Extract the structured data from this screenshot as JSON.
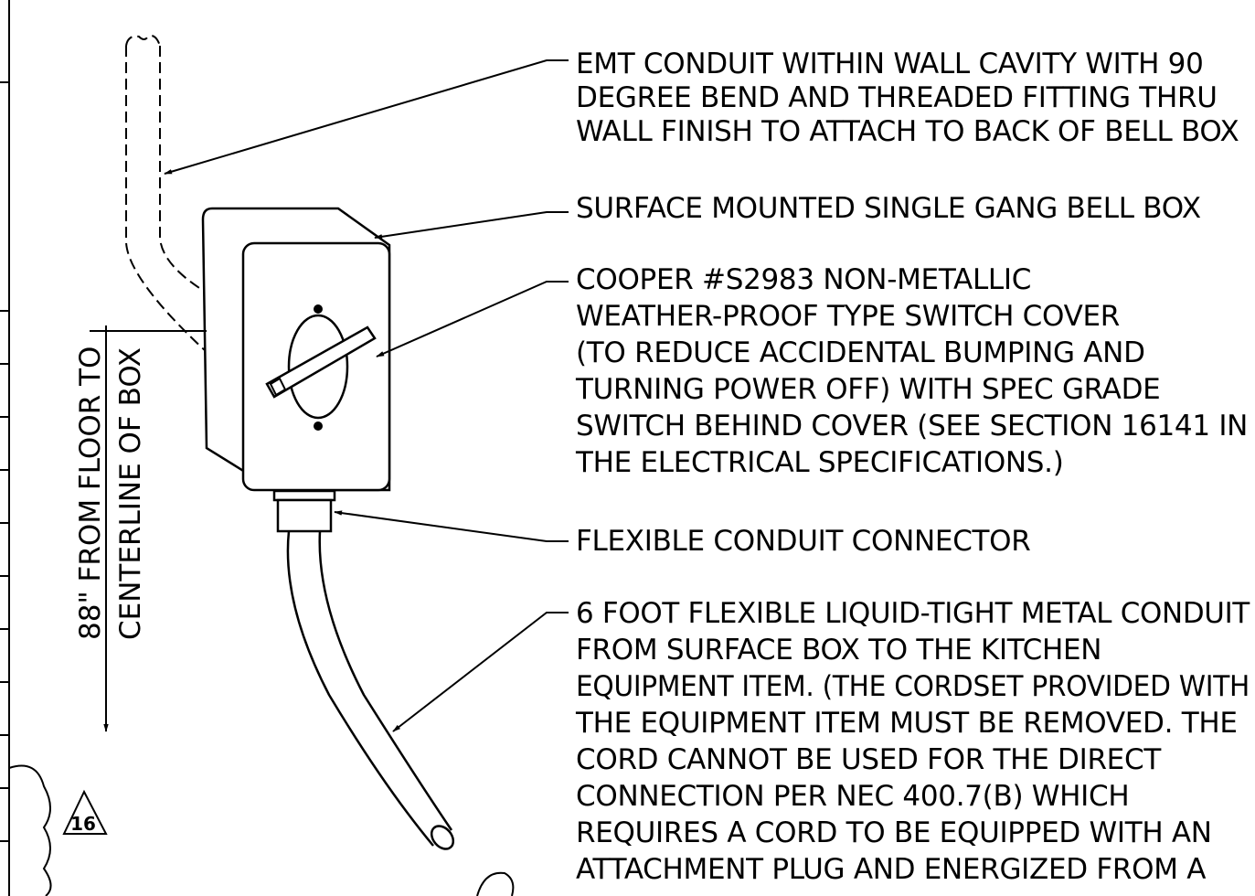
{
  "notes": [
    {
      "id": "emt-conduit",
      "lines": [
        "EMT CONDUIT WITHIN WALL CAVITY WITH 90",
        "DEGREE BEND AND THREADED FITTING THRU",
        "WALL FINISH TO ATTACH TO BACK OF BELL BOX"
      ]
    },
    {
      "id": "bell-box",
      "lines": [
        "SURFACE MOUNTED SINGLE GANG BELL BOX"
      ]
    },
    {
      "id": "switch-cover",
      "lines": [
        "COOPER #S2983 NON-METALLIC",
        "WEATHER-PROOF TYPE SWITCH COVER",
        "(TO REDUCE ACCIDENTAL BUMPING AND",
        "TURNING POWER OFF) WITH SPEC GRADE",
        "SWITCH BEHIND COVER (SEE SECTION 16141 IN",
        "THE ELECTRICAL SPECIFICATIONS.)"
      ]
    },
    {
      "id": "flex-connector",
      "lines": [
        "FLEXIBLE CONDUIT CONNECTOR"
      ]
    },
    {
      "id": "liquid-tight-conduit",
      "lines": [
        "6 FOOT FLEXIBLE LIQUID-TIGHT METAL CONDUIT",
        "FROM SURFACE BOX TO THE KITCHEN",
        "EQUIPMENT ITEM. (THE CORDSET PROVIDED WITH",
        "THE EQUIPMENT ITEM MUST BE REMOVED. THE",
        "CORD CANNOT BE USED FOR THE DIRECT",
        "CONNECTION PER NEC 400.7(B) WHICH",
        "REQUIRES A CORD TO BE EQUIPPED WITH AN",
        "ATTACHMENT PLUG AND ENERGIZED FROM A"
      ]
    }
  ],
  "dimension": {
    "line1": "88\" FROM FLOOR TO",
    "line2": "CENTERLINE OF BOX"
  },
  "revision_tag": "16"
}
